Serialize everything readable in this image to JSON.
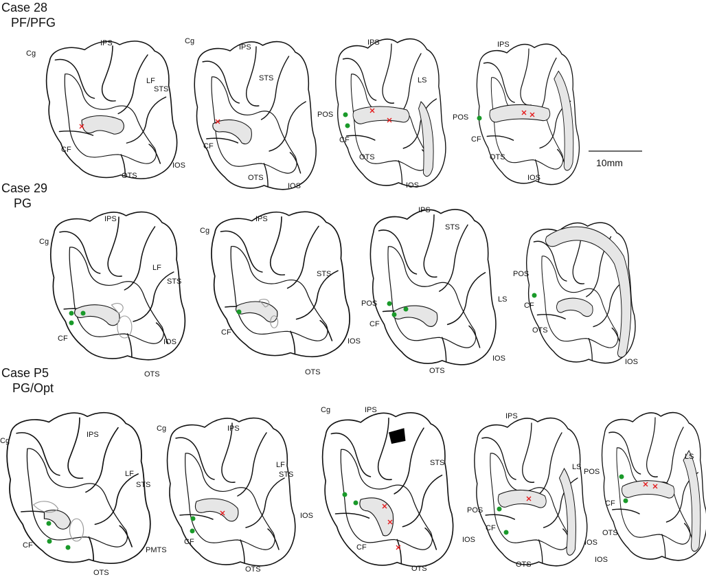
{
  "cases": [
    {
      "name": "Case 28",
      "area": "PF/PFG"
    },
    {
      "name": "Case 29",
      "area": "PG"
    },
    {
      "name": "Case P5",
      "area": "PG/Opt"
    }
  ],
  "sulci": {
    "IPS": "IPS",
    "Cg": "Cg",
    "LF": "LF",
    "STS": "STS",
    "CF": "CF",
    "OTS": "OTS",
    "IOS": "IOS",
    "POS": "POS",
    "LS": "LS",
    "PMTS": "PMTS"
  },
  "scale_bar": {
    "label": "10mm"
  },
  "colors": {
    "injection_cross": "#e41a1c",
    "label_dot": "#1a9a2a",
    "shaded_region": "#e6e6e6"
  },
  "sections": [
    {
      "case": 0,
      "index": 1,
      "labels": [
        "IPS",
        "Cg",
        "LF",
        "STS",
        "CF",
        "OTS",
        "IOS"
      ],
      "green_dots": 0,
      "red_crosses": 1
    },
    {
      "case": 0,
      "index": 2,
      "labels": [
        "Cg",
        "IPS",
        "STS",
        "CF",
        "OTS",
        "IOS"
      ],
      "green_dots": 0,
      "red_crosses": 1
    },
    {
      "case": 0,
      "index": 3,
      "labels": [
        "IPS",
        "LS",
        "POS",
        "CF",
        "OTS",
        "IOS"
      ],
      "green_dots": 2,
      "red_crosses": 2
    },
    {
      "case": 0,
      "index": 4,
      "labels": [
        "IPS",
        "POS",
        "CF",
        "OTS",
        "IOS"
      ],
      "green_dots": 1,
      "red_crosses": 2
    },
    {
      "case": 1,
      "index": 1,
      "labels": [
        "IPS",
        "Cg",
        "LF",
        "STS",
        "CF",
        "IOS",
        "OTS"
      ],
      "green_dots": 3,
      "red_crosses": 0
    },
    {
      "case": 1,
      "index": 2,
      "labels": [
        "IPS",
        "Cg",
        "STS",
        "CF",
        "IOS",
        "OTS"
      ],
      "green_dots": 1,
      "red_crosses": 0
    },
    {
      "case": 1,
      "index": 3,
      "labels": [
        "IPS",
        "STS",
        "POS",
        "LS",
        "CF",
        "IOS",
        "OTS"
      ],
      "green_dots": 3,
      "red_crosses": 0
    },
    {
      "case": 1,
      "index": 4,
      "labels": [
        "POS",
        "CF",
        "OTS",
        "IOS"
      ],
      "green_dots": 1,
      "red_crosses": 0
    },
    {
      "case": 2,
      "index": 1,
      "labels": [
        "Cg",
        "IPS",
        "LF",
        "STS",
        "CF",
        "PMTS",
        "OTS"
      ],
      "green_dots": 3,
      "red_crosses": 0
    },
    {
      "case": 2,
      "index": 2,
      "labels": [
        "Cg",
        "IPS",
        "LF",
        "STS",
        "IOS",
        "CF",
        "OTS"
      ],
      "green_dots": 2,
      "red_crosses": 1
    },
    {
      "case": 2,
      "index": 3,
      "labels": [
        "Cg",
        "IPS",
        "STS",
        "CF",
        "IOS",
        "OTS"
      ],
      "green_dots": 2,
      "red_crosses": 3
    },
    {
      "case": 2,
      "index": 4,
      "labels": [
        "IPS",
        "LS",
        "POS",
        "CF",
        "IOS",
        "OTS"
      ],
      "green_dots": 2,
      "red_crosses": 1
    },
    {
      "case": 2,
      "index": 5,
      "labels": [
        "LS",
        "POS",
        "CF",
        "OTS",
        "IOS"
      ],
      "green_dots": 2,
      "red_crosses": 2
    }
  ]
}
